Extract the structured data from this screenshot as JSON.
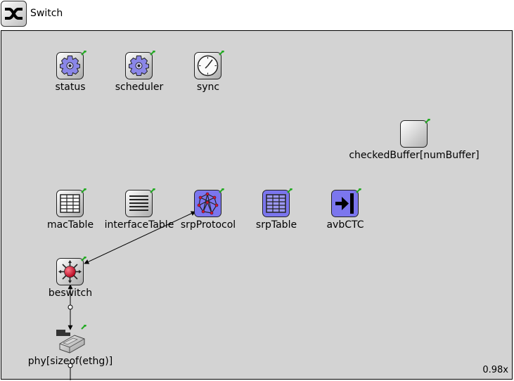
{
  "window": {
    "title": "Switch",
    "icon": "switch-module-icon"
  },
  "canvas": {
    "background": "#d3d3d3",
    "zoom": "0.98x"
  },
  "nodes": [
    {
      "id": "status",
      "label": "status",
      "icon": "gear-icon"
    },
    {
      "id": "scheduler",
      "label": "scheduler",
      "icon": "gear-icon"
    },
    {
      "id": "sync",
      "label": "sync",
      "icon": "clock-icon"
    },
    {
      "id": "checkedBuffer",
      "label": "checkedBuffer[numBuffer]",
      "icon": "blank-box-icon"
    },
    {
      "id": "macTable",
      "label": "macTable",
      "icon": "table-icon"
    },
    {
      "id": "interfaceTable",
      "label": "interfaceTable",
      "icon": "list-icon"
    },
    {
      "id": "srpProtocol",
      "label": "srpProtocol",
      "icon": "network-graph-icon"
    },
    {
      "id": "srpTable",
      "label": "srpTable",
      "icon": "table-icon"
    },
    {
      "id": "avbCTC",
      "label": "avbCTC",
      "icon": "arrow-to-bar-icon"
    },
    {
      "id": "beswitch",
      "label": "beswitch",
      "icon": "switch-hub-icon"
    },
    {
      "id": "phy",
      "label": "phy[sizeof(ethg)]",
      "icon": "ethernet-port-icon"
    }
  ],
  "colors": {
    "accent_purple": "#7b76ee",
    "status_green": "#22aa22",
    "port_red": "#dd1133"
  }
}
